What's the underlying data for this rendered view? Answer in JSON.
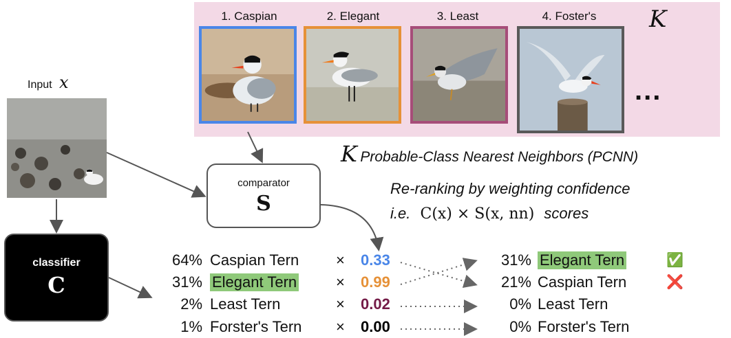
{
  "nearest_neighbors": {
    "symbol": "K",
    "more": "...",
    "items": [
      {
        "label": "1. Caspian",
        "color": "#4a86e8"
      },
      {
        "label": "2. Elegant",
        "color": "#e69138"
      },
      {
        "label": "3. Least",
        "color": "#a64d79"
      },
      {
        "label": "4. Foster's",
        "color": "#595959"
      }
    ],
    "caption_symbol": "K",
    "caption": "Probable-Class Nearest Neighbors (PCNN)"
  },
  "input": {
    "label": "Input",
    "symbol": "x"
  },
  "comparator": {
    "label": "comparator",
    "symbol": "S"
  },
  "classifier": {
    "label": "classifier",
    "symbol": "C"
  },
  "rerank": {
    "line1": "Re-ranking by weighting confidence",
    "prefix": "i.e.",
    "formula": "C(x) × S(x, nn)",
    "suffix": "scores"
  },
  "left_rows": [
    {
      "pct": "64%",
      "name": "Caspian Tern",
      "times": "×",
      "score": "0.33",
      "score_color": "#4a86e8",
      "highlight": false
    },
    {
      "pct": "31%",
      "name": "Elegant Tern",
      "times": "×",
      "score": "0.99",
      "score_color": "#e69138",
      "highlight": true
    },
    {
      "pct": "2%",
      "name": "Least Tern",
      "times": "×",
      "score": "0.02",
      "score_color": "#741b47",
      "highlight": false
    },
    {
      "pct": "1%",
      "name": "Forster's Tern",
      "times": "×",
      "score": "0.00",
      "score_color": "#000000",
      "highlight": false
    }
  ],
  "right_rows": [
    {
      "pct": "31%",
      "name": "Elegant Tern",
      "mark": "✅",
      "highlight": true
    },
    {
      "pct": "21%",
      "name": "Caspian Tern",
      "mark": "❌",
      "highlight": false
    },
    {
      "pct": "0%",
      "name": "Least Tern",
      "mark": "",
      "highlight": false
    },
    {
      "pct": "0%",
      "name": "Forster's Tern",
      "mark": "",
      "highlight": false
    }
  ]
}
